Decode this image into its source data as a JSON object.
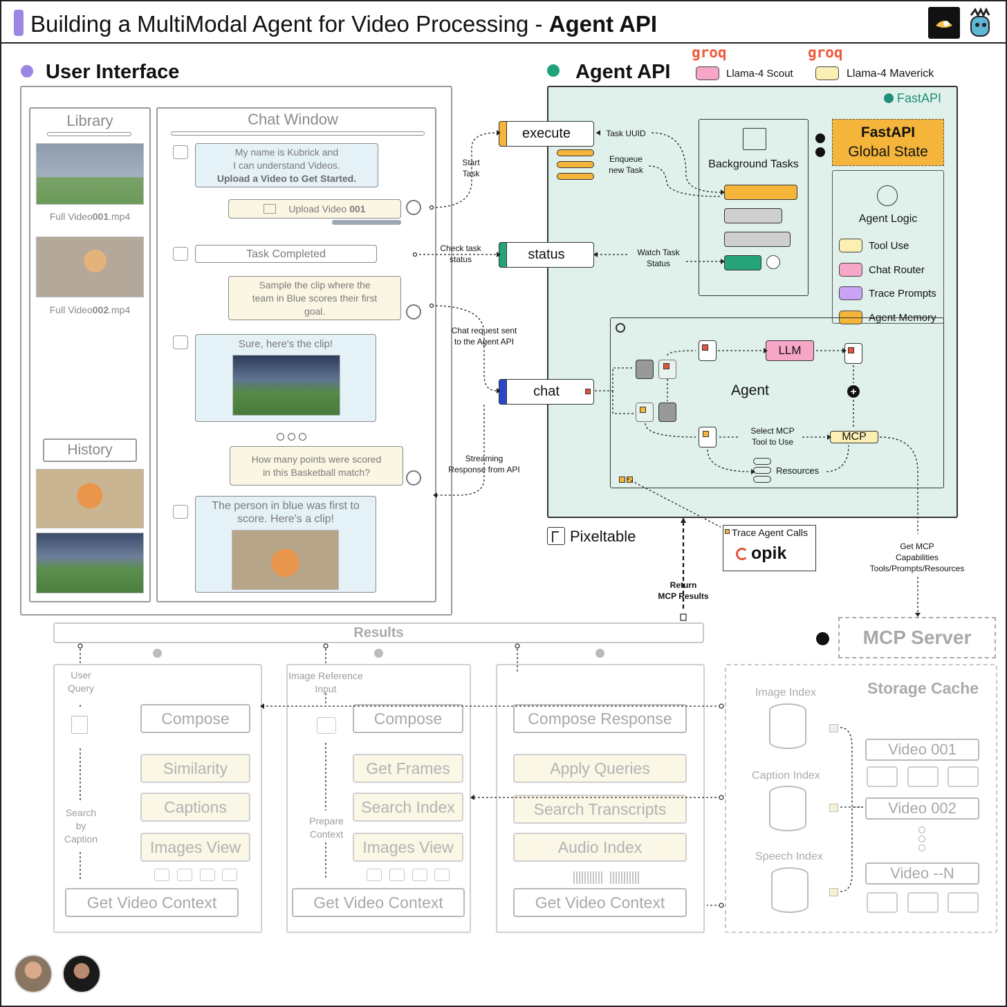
{
  "header": {
    "title_prefix": "Building a MultiModal Agent for Video Processing - ",
    "title_bold": "Agent API"
  },
  "ui": {
    "section_title": "User Interface",
    "library": {
      "title": "Library",
      "videos": [
        {
          "prefix": "Full Video ",
          "num": "001",
          "ext": ".mp4"
        },
        {
          "prefix": "Full Video ",
          "num": "002",
          "ext": ".mp4"
        }
      ]
    },
    "history_title": "History",
    "chat": {
      "title": "Chat Window",
      "msg1": "My name is Kubrick and\nI can understand Videos.",
      "msg1_bold": "Upload a Video to Get Started.",
      "upload_prefix": "Upload Video ",
      "upload_num": "001",
      "task_completed": "Task Completed",
      "user_msg1": "Sample the clip where the\nteam in Blue scores their first\ngoal.",
      "reply1": "Sure, here's the clip!",
      "user_msg2": "How many points were scored\nin this Basketball match?",
      "reply2": "The person in blue was first to\nscore. Here's a clip!"
    }
  },
  "api": {
    "section_title": "Agent API",
    "fastapi_label": "FastAPI",
    "groq_label": "groq",
    "models": [
      "Llama-4 Scout",
      "Llama-4 Maverick"
    ],
    "endpoints": [
      "execute",
      "status",
      "chat"
    ],
    "background_tasks": "Background Tasks",
    "global_state_line1": "FastAPI",
    "global_state_line2": "Global State",
    "agent_logic": {
      "title": "Agent Logic",
      "items": [
        "Tool Use",
        "Chat Router",
        "Trace Prompts",
        "Agent Memory"
      ]
    },
    "agent_label": "Agent",
    "llm_label": "LLM",
    "mcp_label": "MCP",
    "select_mcp": "Select MCP\nTool to Use",
    "resources": "Resources",
    "task_uuid": "Task UUID",
    "enqueue": "Enqueue\nnew Task",
    "watch": "Watch Task\nStatus"
  },
  "flow": {
    "start_task": "Start\nTask",
    "check_status": "Check task\nstatus",
    "chat_request": "Chat request sent\nto the Agent API",
    "streaming": "Streaming\nResponse from API",
    "return_mcp": "Return\nMCP Results",
    "get_mcp": "Get MCP\nCapabilities\nTools/Prompts/Resources",
    "trace_calls": "Trace Agent Calls"
  },
  "tools": {
    "pixeltable": "Pixeltable",
    "opik": "opik"
  },
  "lower": {
    "results": "Results",
    "mcp_server": "MCP Server",
    "col1": {
      "user_query": "User\nQuery",
      "search_caption": "Search\nby\nCaption",
      "items": [
        "Compose",
        "Similarity",
        "Captions",
        "Images View"
      ],
      "footer": "Get Video Context"
    },
    "col2": {
      "image_ref": "Image Reference\nInput",
      "prepare": "Prepare\nContext",
      "items": [
        "Compose",
        "Get Frames",
        "Search Index",
        "Images View"
      ],
      "footer": "Get Video Context"
    },
    "col3": {
      "items": [
        "Compose Response",
        "Apply Queries",
        "Search Transcripts",
        "Audio Index"
      ],
      "footer": "Get Video Context"
    },
    "storage": {
      "title": "Storage Cache",
      "indexes": [
        "Image Index",
        "Caption Index",
        "Speech Index"
      ],
      "videos": [
        "Video 001",
        "Video 002",
        "Video --N"
      ]
    }
  },
  "colors": {
    "accent_purple": "#9b86e6",
    "api_green_dot": "#1fa37a",
    "api_bg": "#dff1ea",
    "llm_pink": "#f6a6c6",
    "mcp_yellow": "#fcefb4",
    "orange": "#f4b53a",
    "status_green": "#25a37a",
    "chat_blue": "#2a48c9",
    "trace_purple": "#c9a3f5",
    "groq_orange": "#f05a3a"
  }
}
